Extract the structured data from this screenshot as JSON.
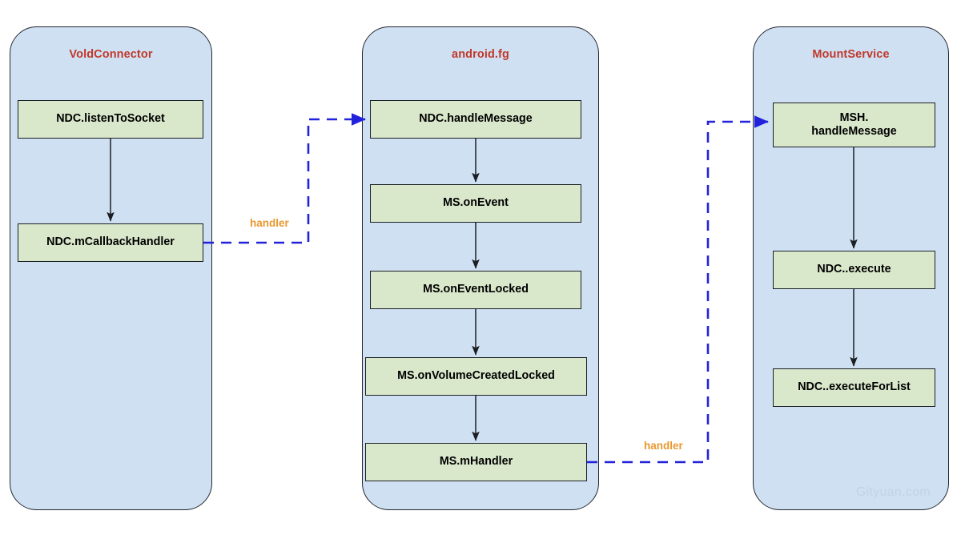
{
  "diagram": {
    "title_color": "#c0392b",
    "panel_fill": "#cfe0f3",
    "node_fill": "#d9e7cb",
    "dashed_edge_color": "#2222dd",
    "solid_edge_color": "#1b1f24",
    "edge_label_color": "#e8982f",
    "watermark": "Gityuan.com"
  },
  "panels": [
    {
      "id": "voldconnector",
      "title": "VoldConnector",
      "nodes": [
        {
          "id": "ndc-listentosocket",
          "label": "NDC.listenToSocket"
        },
        {
          "id": "ndc-mcallbackhandler",
          "label": "NDC.mCallbackHandler"
        }
      ]
    },
    {
      "id": "android-fg",
      "title": "android.fg",
      "nodes": [
        {
          "id": "ndc-handlemessage",
          "label": "NDC.handleMessage"
        },
        {
          "id": "ms-onevent",
          "label": "MS.onEvent"
        },
        {
          "id": "ms-oneventlocked",
          "label": "MS.onEventLocked"
        },
        {
          "id": "ms-onvolumecreatedlocked",
          "label": "MS.onVolumeCreatedLocked"
        },
        {
          "id": "ms-mhandler",
          "label": "MS.mHandler"
        }
      ]
    },
    {
      "id": "mountservice",
      "title": "MountService",
      "nodes": [
        {
          "id": "msh-handlemessage",
          "label": "MSH.\nhandleMessage"
        },
        {
          "id": "ndc-execute",
          "label": "NDC..execute"
        },
        {
          "id": "ndc-executeforlist",
          "label": "NDC..executeForList"
        }
      ]
    }
  ],
  "edge_labels": [
    {
      "id": "handler-1",
      "label": "handler"
    },
    {
      "id": "handler-2",
      "label": "handler"
    }
  ]
}
